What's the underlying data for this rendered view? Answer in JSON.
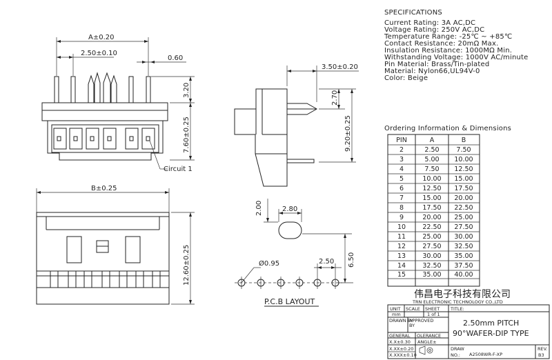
{
  "specifications": {
    "title": "SPECIFICATIONS",
    "lines": [
      "Current Rating: 3A AC,DC",
      "Voltage Rating: 250V AC,DC",
      "Temperature Range: -25℃ ~ +85℃",
      "Contact Resistance: 20mΩ Max.",
      "Insulation Resistance: 1000MΩ Min.",
      "Withstanding Voltage: 1000V AC/minute",
      "Pin Material: Brass/Tin-plated",
      "Material: Nylon66,UL94V-0",
      "Color: Beige"
    ]
  },
  "ordering": {
    "title": "Ordering Information & Dimensions",
    "headers": [
      "PIN",
      "A",
      "B"
    ],
    "rows": [
      [
        "2",
        "2.50",
        "7.50"
      ],
      [
        "3",
        "5.00",
        "10.00"
      ],
      [
        "4",
        "7.50",
        "12.50"
      ],
      [
        "5",
        "10.00",
        "15.00"
      ],
      [
        "6",
        "12.50",
        "17.50"
      ],
      [
        "7",
        "15.00",
        "20.00"
      ],
      [
        "8",
        "17.50",
        "22.50"
      ],
      [
        "9",
        "20.00",
        "25.00"
      ],
      [
        "10",
        "22.50",
        "27.50"
      ],
      [
        "11",
        "25.00",
        "30.00"
      ],
      [
        "12",
        "27.50",
        "32.50"
      ],
      [
        "13",
        "30.00",
        "35.00"
      ],
      [
        "14",
        "32.50",
        "37.50"
      ],
      [
        "15",
        "35.00",
        "40.00"
      ]
    ]
  },
  "dimensions": {
    "a": "A±0.20",
    "pitch": "2.50±0.10",
    "pin_width": "0.60",
    "pin_top": "3.20",
    "body_height": "7.60±0.25",
    "circuit": "Circuit 1",
    "b": "B±0.25",
    "total_height": "12.60±0.25",
    "side_depth": "3.50±0.20",
    "side_pin": "2.70",
    "side_height": "9.20±0.25",
    "pad_w": "2.80",
    "pad_h": "2.00",
    "pad_spacing": "6.50",
    "hole_dia": "Ø0.95",
    "hole_pitch": "2.50",
    "pcb_layout": "P.C.B LAYOUT"
  },
  "title_block": {
    "company_cn": "伟昌电子科技有限公司",
    "company_en": "TRN ELECTRONIC TECHNOLOGY CO.,LTD",
    "unit_label": "UNIT",
    "scale_label": "SCALE",
    "sheet_label": "SHEET",
    "title_label": "TITLE:",
    "unit_value": "mm",
    "sheet_value": "1 of 1",
    "drawn_by": "DRAWN BY",
    "approved_by_1": "APPROVED",
    "approved_by_2": "BY",
    "title_line1": "2.50mm PITCH",
    "title_line2": "90°WAFER-DIP TYPE",
    "general": "GENERAL",
    "tolerance": "OLERANCE",
    "tol1": "X.X±0.30",
    "tol2": "X.XX±0.20",
    "tol3": "X.XXX±0.10",
    "angle": "ANGLE±",
    "draw_label": "DRAW",
    "no_label": "NO.:",
    "draw_no": "A2508WR-F-XP",
    "rev_label": "REV.",
    "rev_value": "B3"
  }
}
